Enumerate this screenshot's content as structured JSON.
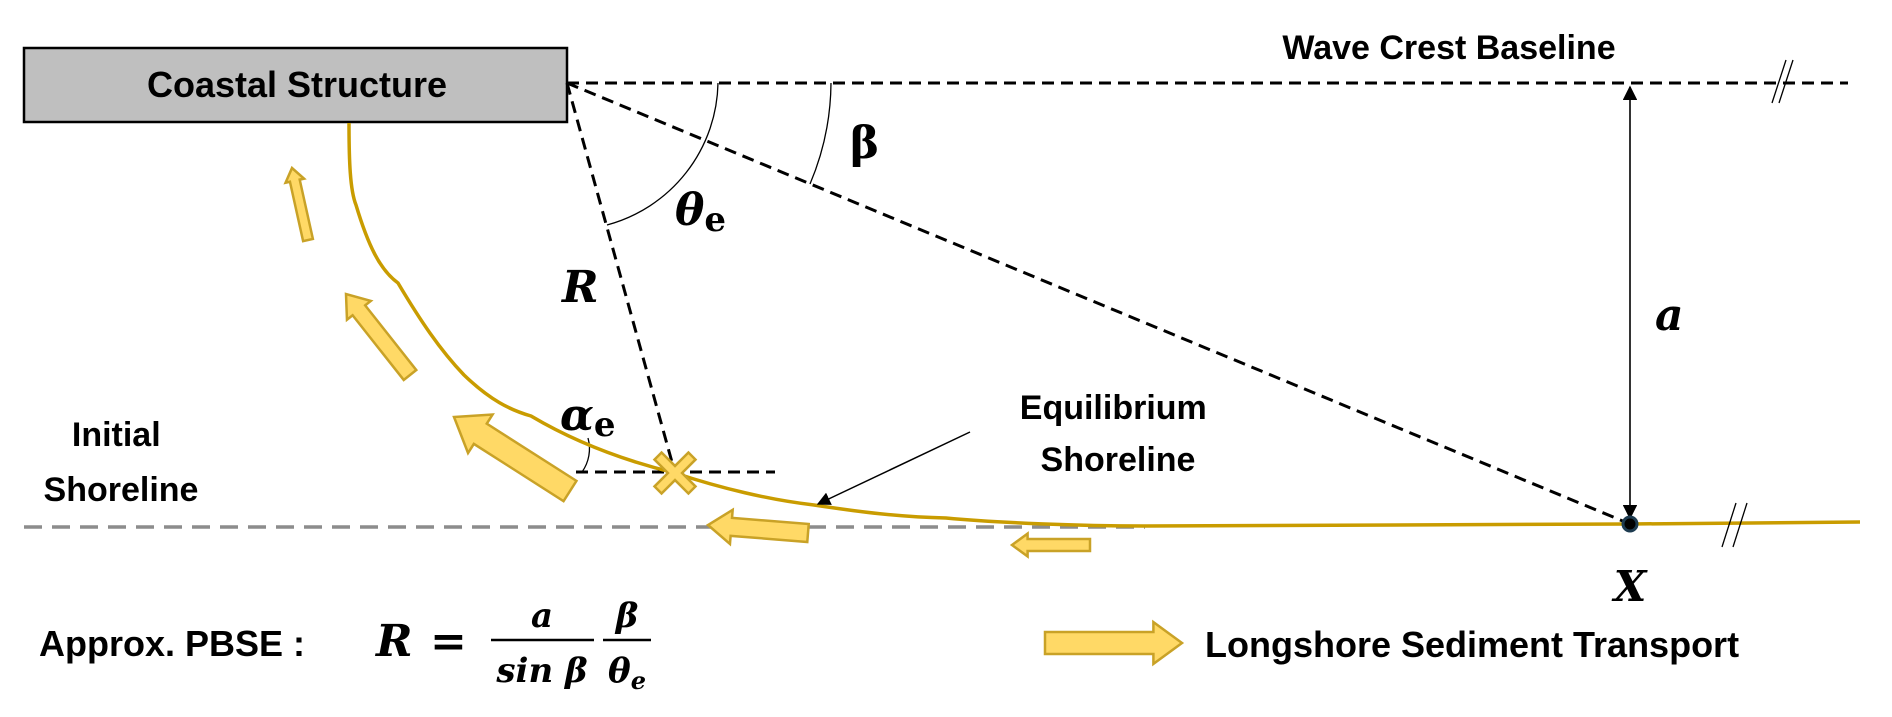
{
  "structure": {
    "label": "Coastal Structure"
  },
  "baseline": {
    "label": "Wave Crest Baseline"
  },
  "angles": {
    "beta": "β",
    "theta": "θ",
    "theta_sub": "e",
    "alpha": "α",
    "alpha_sub": "e"
  },
  "radius_label": "R",
  "distance_label": "a",
  "point_label": "X",
  "equilibrium": {
    "line1": "Equilibrium",
    "line2": "Shoreline"
  },
  "initial": {
    "line1": "Initial",
    "line2": "Shoreline"
  },
  "formula": {
    "prefix": "Approx. PBSE :",
    "lhs": "R",
    "equals": "=",
    "num1": "a",
    "den1": "sin β",
    "num2": "β",
    "den2_main": "θ",
    "den2_sub": "e"
  },
  "legend": {
    "label": "Longshore Sediment Transport"
  },
  "colors": {
    "shoreline": "#c99c00",
    "transport_fill": "#ffd966",
    "transport_stroke": "#c9a227",
    "initial_shoreline": "#8c8c8c",
    "structure_fill": "#bfbfbf"
  }
}
